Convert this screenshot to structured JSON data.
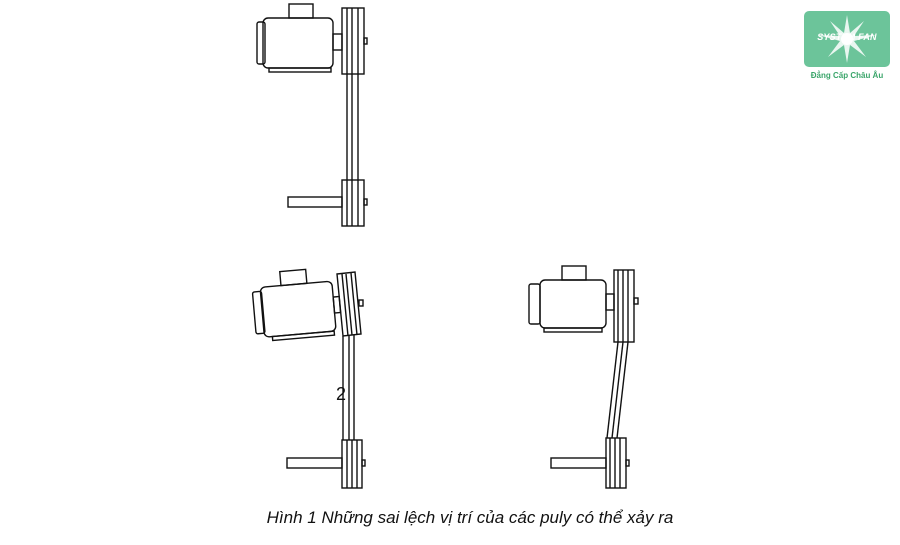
{
  "figure": {
    "caption": "Hình 1  Những sai lệch vị trí của các puly có thể xảy ra",
    "marker_label": "2"
  },
  "logo": {
    "brand": "SYSTEM FAN",
    "tagline": "Đẳng Cấp Châu Âu",
    "color": "#6cc49a"
  },
  "colors": {
    "line": "#111111",
    "background": "#ffffff"
  }
}
